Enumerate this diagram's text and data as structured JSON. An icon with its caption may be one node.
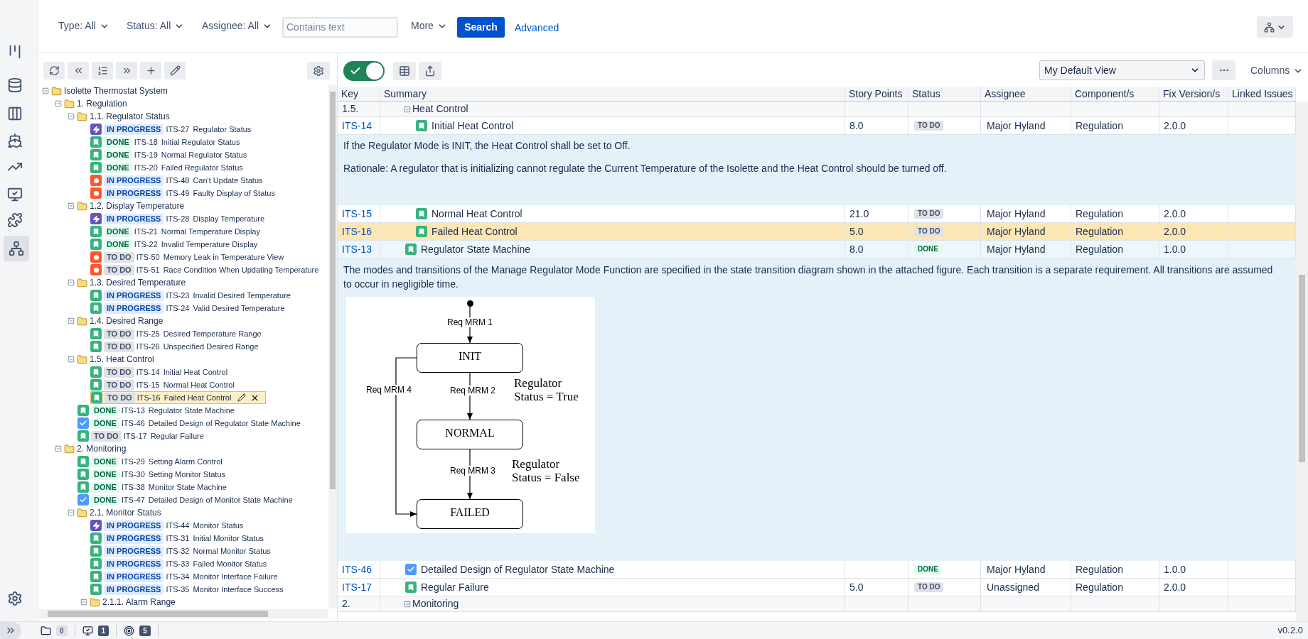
{
  "diagram": {
    "nodes": [
      {
        "text": [],
        "shape": "circle"
      },
      {
        "text": [
          "INIT"
        ]
      },
      {
        "text": [
          "NORMAL"
        ]
      },
      {
        "text": [
          "FAILED"
        ]
      }
    ],
    "edges": [
      {
        "from": 0,
        "to": 1,
        "arrow": "to",
        "label": "Req MRM 1"
      },
      {
        "from": 1,
        "to": 2,
        "arrow": "to",
        "label": "Req MRM 2"
      },
      {
        "from": 2,
        "to": 3,
        "arrow": "to",
        "label": "Req MRM 3"
      },
      {
        "from": 1,
        "to": 3,
        "arrow": "to",
        "label": "Req MRM 4"
      }
    ],
    "labels": [
      "Type: All",
      "Status: All",
      "Assignee: All",
      "Contains text",
      "More",
      "Search",
      "Advanced",
      "Isolette Thermostat System",
      "1. Regulation",
      "1.1. Regulator Status",
      "IN PROGRESS",
      "ITS-27",
      "Regulator Status",
      "DONE",
      "ITS-18",
      "Initial Regulator Status",
      "DONE",
      "ITS-19",
      "Normal Regulator Status",
      "DONE",
      "ITS-20",
      "Failed Regulator Status",
      "IN PROGRESS",
      "ITS-48",
      "Can't Update Status",
      "IN PROGRESS",
      "ITS-49",
      "Faulty Display of Status",
      "1.2. Display Temperature",
      "IN PROGRESS",
      "ITS-28",
      "Display Temperature",
      "DONE",
      "ITS-21",
      "Normal Temperature Display",
      "DONE",
      "ITS-22",
      "Invalid Temperature Display",
      "TO DO",
      "ITS-50",
      "Memory Leak in Temperature View",
      "TO DO",
      "ITS-51",
      "Race Condition When Updating Temperature",
      "1.3. Desired Temperature",
      "IN PROGRESS",
      "ITS-23",
      "Invalid Desired Temperature",
      "IN PROGRESS",
      "ITS-24",
      "Valid Desired Temperature",
      "1.4. Desired Range",
      "TO DO",
      "ITS-25",
      "Desired Temperature Range",
      "TO DO",
      "ITS-26",
      "Unspecified Desired Range",
      "1.5. Heat Control",
      "TO DO",
      "ITS-14",
      "Initial Heat Control",
      "TO DO",
      "ITS-15",
      "Normal Heat Control",
      "TO DO",
      "ITS-16",
      "Failed Heat Control",
      "DONE",
      "ITS-13",
      "Regulator State Machine",
      "DONE",
      "ITS-46",
      "Detailed Design of Regulator State Machine",
      "TO DO",
      "ITS-17",
      "Regular Failure",
      "2. Monitoring",
      "DONE",
      "ITS-29",
      "Setting Alarm Control",
      "DONE",
      "ITS-30",
      "Setting Monitor Status",
      "DONE",
      "ITS-38",
      "Monitor State Machine",
      "DONE",
      "ITS-47",
      "Detailed Design of Monitor State Machine",
      "2.1. Monitor Status",
      "IN PROGRESS",
      "ITS-44",
      "Monitor Status",
      "IN PROGRESS",
      "ITS-31",
      "Initial Monitor Status",
      "IN PROGRESS",
      "ITS-32",
      "Normal Monitor Status",
      "IN PROGRESS",
      "ITS-33",
      "Failed Monitor Status",
      "IN PROGRESS",
      "ITS-34",
      "Monitor Interface Failure",
      "IN PROGRESS",
      "ITS-35",
      "Monitor Interface Success",
      "2.1.1. Alarm Range",
      "My Default View",
      "Columns",
      "Key",
      "Summary",
      "Story Points",
      "Status",
      "Assignee",
      "Component/s",
      "Fix Version/s",
      "Linked Issues",
      "1.5.",
      "Heat Control",
      "ITS-14",
      "Initial Heat Control",
      "8.0",
      "TO DO",
      "Major Hyland",
      "Regulation",
      "2.0.0",
      "If the Regulator Mode is INIT, the Heat Control shall be set to Off.",
      "Rationale: A regulator that is initializing cannot regulate the Current Temperature of the Isolette and the Heat Control should be turned off.",
      "ITS-15",
      "Normal Heat Control",
      "21.0",
      "TO DO",
      "Major Hyland",
      "Regulation",
      "2.0.0",
      "ITS-16",
      "Failed Heat Control",
      "5.0",
      "TO DO",
      "Major Hyland",
      "Regulation",
      "2.0.0",
      "ITS-13",
      "Regulator State Machine",
      "8.0",
      "DONE",
      "Major Hyland",
      "Regulation",
      "1.0.0",
      "The modes and transitions of the Manage Regulator Mode Function are specified in the state transition diagram shown in the attached figure. Each transition is a separate requirement.  All transitions are assumed to occur in negligible time.",
      "Regulator Status = True",
      "Regulator Status = False",
      "ITS-46",
      "Detailed Design of Regulator State Machine",
      "DONE",
      "Major Hyland",
      "Regulation",
      "1.0.0",
      "ITS-17",
      "Regular Failure",
      "5.0",
      "TO DO",
      "Unassigned",
      "Regulation",
      "2.0.0",
      "2.",
      "Monitoring",
      "0",
      "1",
      "5",
      "v0.2.0"
    ]
  }
}
